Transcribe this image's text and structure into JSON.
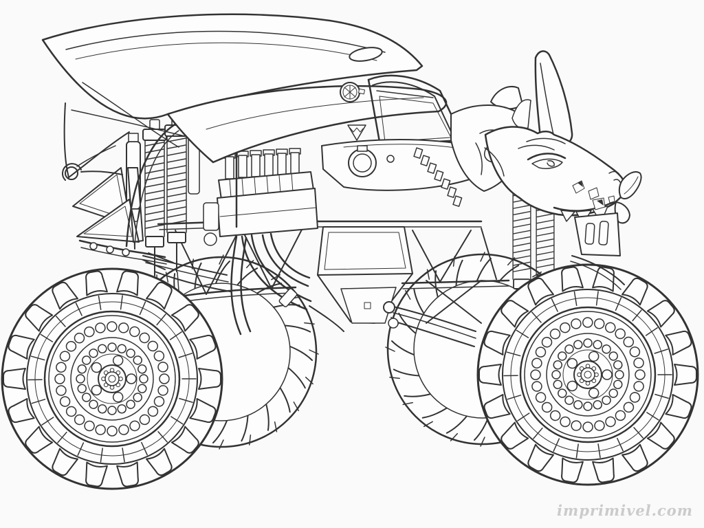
{
  "page": {
    "background_color": "#fafafa",
    "artwork": {
      "kind": "coloring-page line drawing",
      "subject": "monster truck with dragon-head body, bat-wing spoiler, exposed engine, coil-over shocks and oversized tires",
      "line_color": "#333333",
      "fill_color": "#fdfdfd"
    },
    "watermark": {
      "text": "imprimivel.com",
      "color": "#cbcbcb"
    }
  }
}
